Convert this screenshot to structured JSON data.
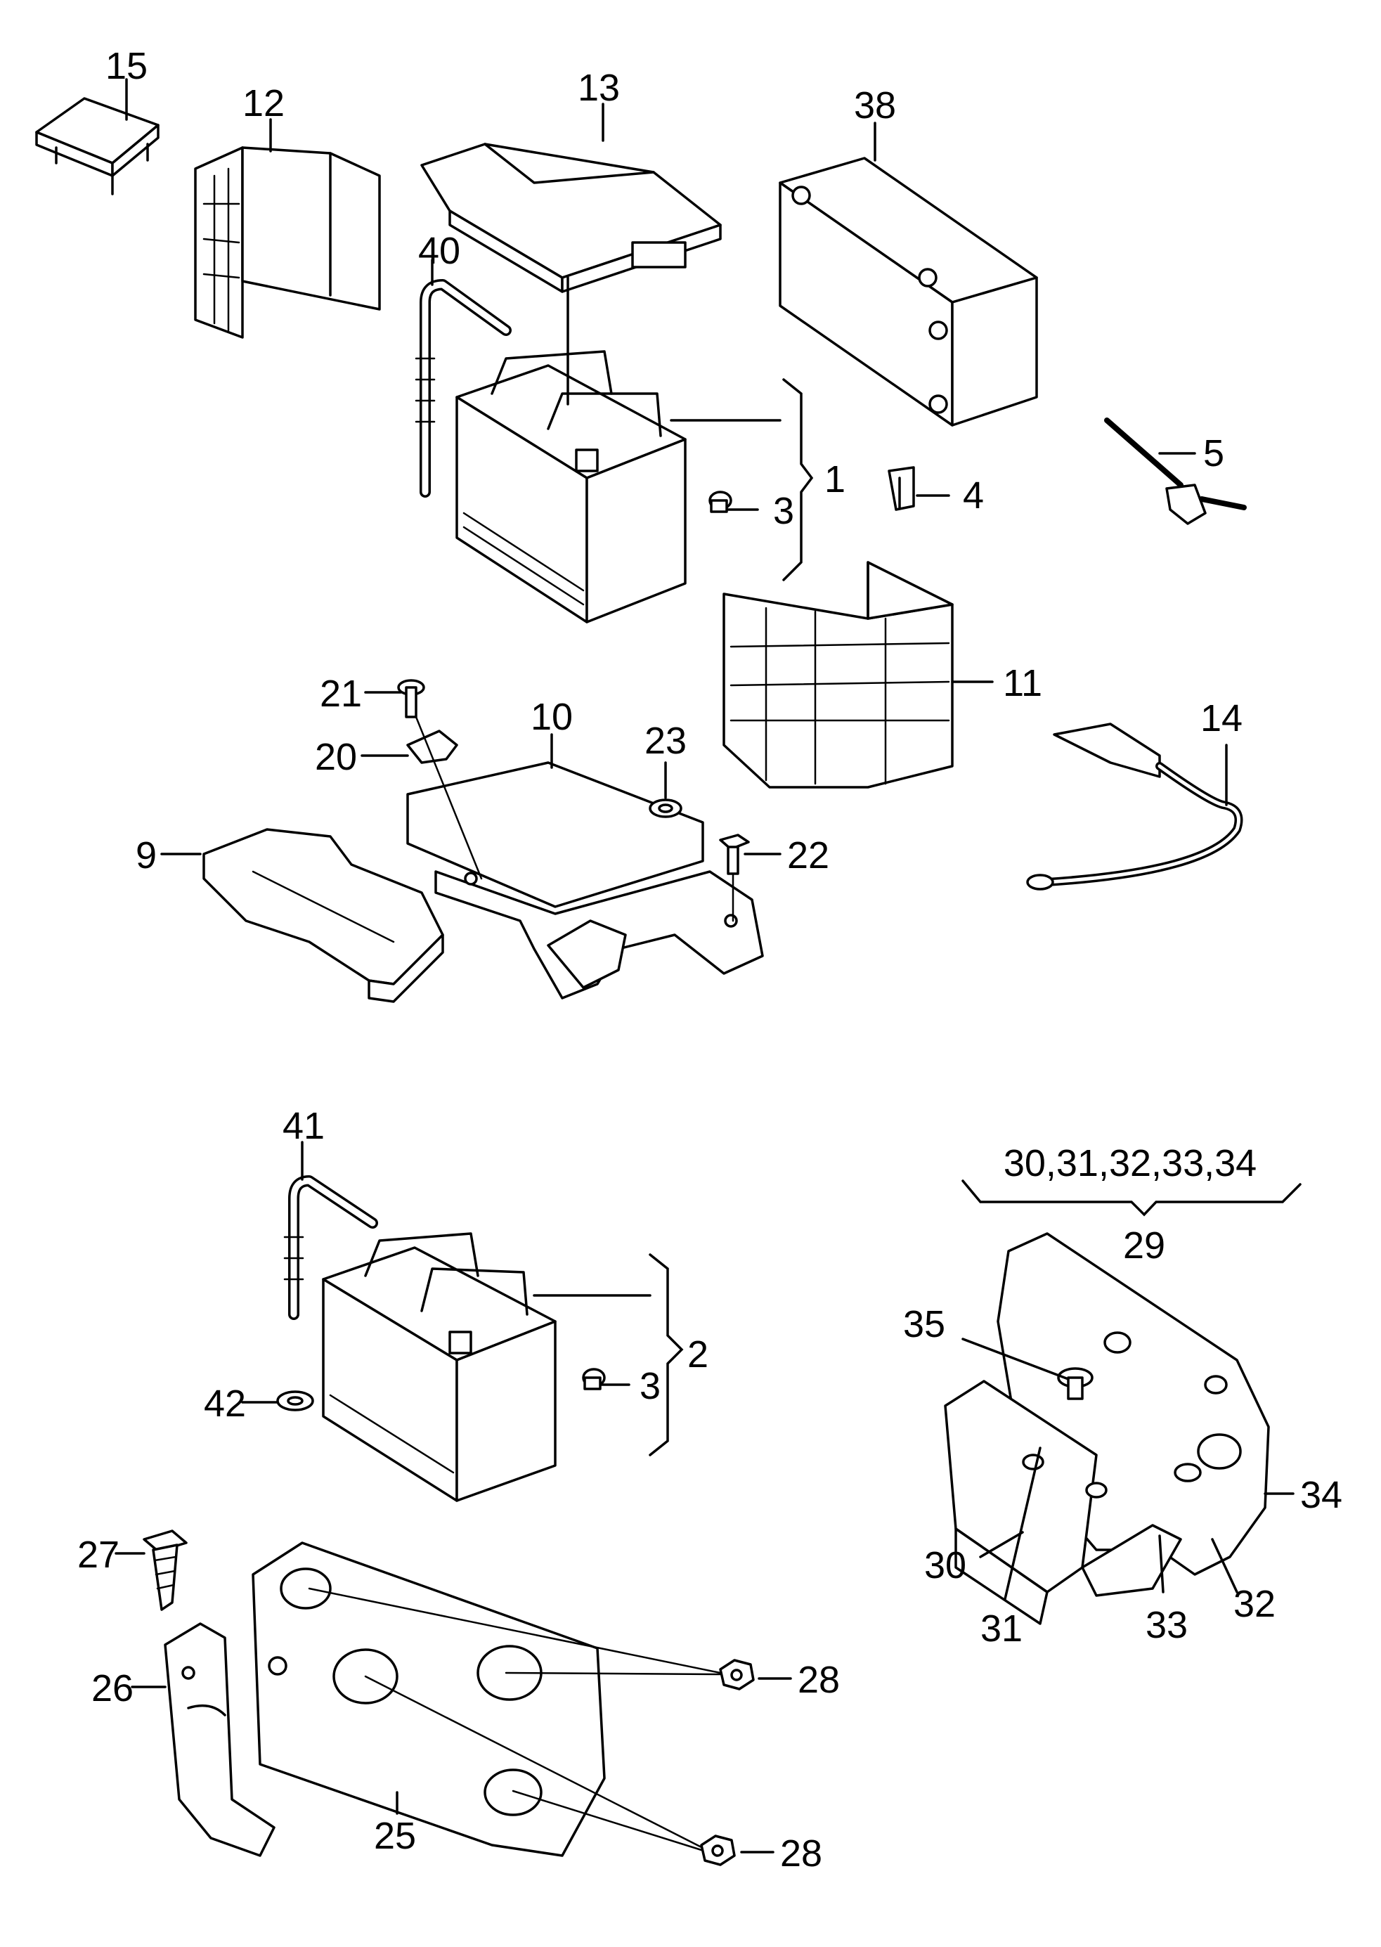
{
  "callouts": {
    "c1": "1",
    "c2": "2",
    "c3a": "3",
    "c3b": "3",
    "c4": "4",
    "c5": "5",
    "c9": "9",
    "c10": "10",
    "c11": "11",
    "c12": "12",
    "c13": "13",
    "c14": "14",
    "c15": "15",
    "c20": "20",
    "c21": "21",
    "c22": "22",
    "c23": "23",
    "c25": "25",
    "c26": "26",
    "c27": "27",
    "c28a": "28",
    "c28b": "28",
    "c29": "29",
    "c29_group": "30,31,32,33,34",
    "c30": "30",
    "c31": "31",
    "c32": "32",
    "c33": "33",
    "c34": "34",
    "c35": "35",
    "c38": "38",
    "c40": "40",
    "c41": "41",
    "c42": "42"
  },
  "colors": {
    "line": "#000000",
    "background": "#ffffff"
  }
}
